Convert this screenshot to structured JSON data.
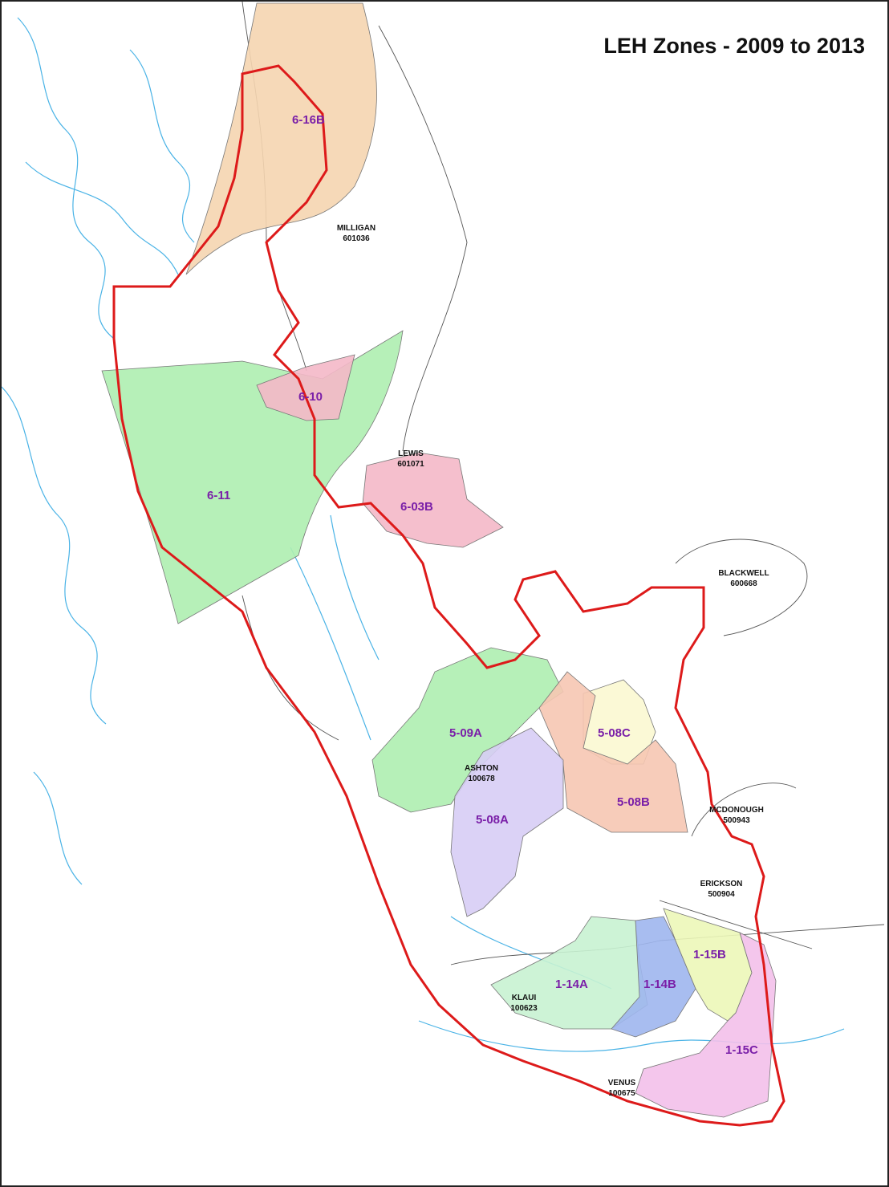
{
  "title": "LEH Zones - 2009 to 2013",
  "colors": {
    "boundary_red": "#dd1a1a",
    "water_line": "#4ab3e6",
    "admin_line": "#555555",
    "zone_label": "#7a1fa8",
    "peach": "#f5d5b0",
    "green": "#aeeeb0",
    "pink": "#f4b8c8",
    "lavender": "#d7cdf5",
    "salmon": "#f6c6b2",
    "cream": "#fbf8d2",
    "mint": "#c8f2d2",
    "blue": "#9fb6ee",
    "yellowgreen": "#ecf7b8",
    "magenta": "#f3c0ea"
  },
  "zones": [
    {
      "id": "6-16B",
      "color_key": "peach"
    },
    {
      "id": "6-10",
      "color_key": "pink"
    },
    {
      "id": "6-11",
      "color_key": "green"
    },
    {
      "id": "6-03B",
      "color_key": "pink"
    },
    {
      "id": "5-09A",
      "color_key": "green"
    },
    {
      "id": "5-08C",
      "color_key": "cream"
    },
    {
      "id": "5-08A",
      "color_key": "lavender"
    },
    {
      "id": "5-08B",
      "color_key": "salmon"
    },
    {
      "id": "1-14A",
      "color_key": "mint"
    },
    {
      "id": "1-14B",
      "color_key": "blue"
    },
    {
      "id": "1-15B",
      "color_key": "yellowgreen"
    },
    {
      "id": "1-15C",
      "color_key": "magenta"
    }
  ],
  "areas": [
    {
      "name": "MILLIGAN",
      "code": "601036"
    },
    {
      "name": "LEWIS",
      "code": "601071"
    },
    {
      "name": "BLACKWELL",
      "code": "600668"
    },
    {
      "name": "ASHTON",
      "code": "100678"
    },
    {
      "name": "MCDONOUGH",
      "code": "500943"
    },
    {
      "name": "ERICKSON",
      "code": "500904"
    },
    {
      "name": "KLAUI",
      "code": "100623"
    },
    {
      "name": "VENUS",
      "code": "100675"
    }
  ]
}
